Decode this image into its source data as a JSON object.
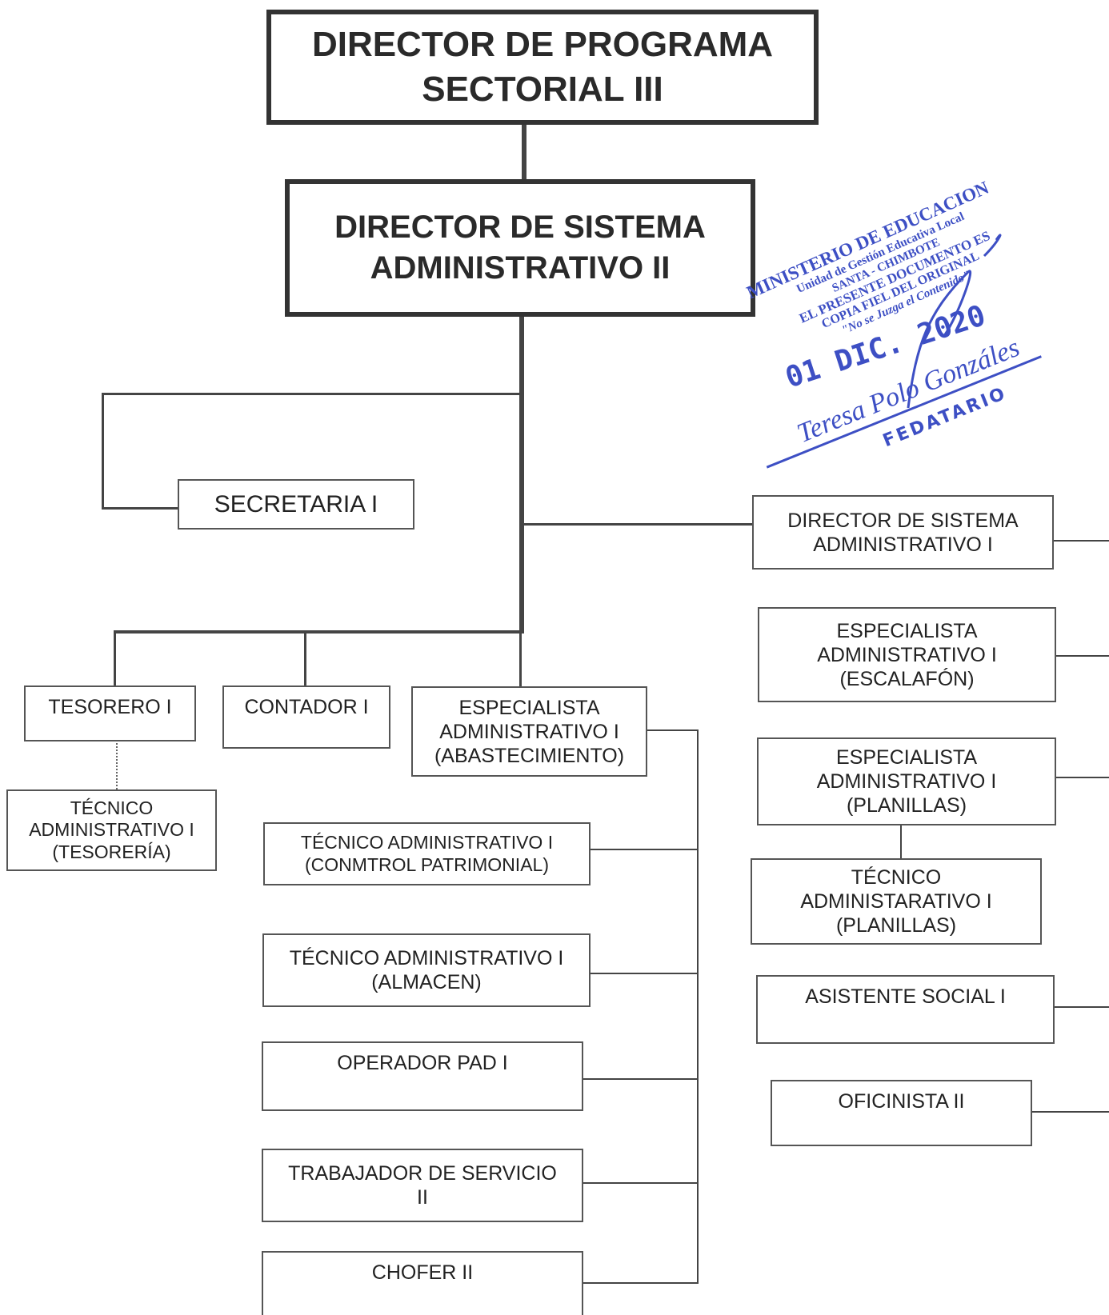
{
  "nodes": {
    "director_programa": "DIRECTOR DE PROGRAMA\nSECTORIAL III",
    "director_sistema_ii": "DIRECTOR DE SISTEMA\nADMINISTRATIVO II",
    "secretaria": "SECRETARIA I",
    "director_sistema_i": "DIRECTOR DE SISTEMA\nADMINISTRATIVO I",
    "especialista_escalafon": "ESPECIALISTA\nADMINISTRATIVO I\n(ESCALAFÓN)",
    "tesorero": "TESORERO I",
    "contador": "CONTADOR I",
    "especialista_abastecimiento": "ESPECIALISTA\nADMINISTRATIVO I\n(ABASTECIMIENTO)",
    "especialista_planillas": "ESPECIALISTA\nADMINISTRATIVO I\n(PLANILLAS)",
    "tecnico_tesoreria": "TÉCNICO\nADMINISTRATIVO I\n(TESORERÍA)",
    "tecnico_control_patrimonial": "TÉCNICO ADMINISTRATIVO I\n(CONMTROL PATRIMONIAL)",
    "tecnico_planillas": "TÉCNICO\nADMINISTARATIVO I\n(PLANILLAS)",
    "tecnico_almacen": "TÉCNICO ADMINISTRATIVO I\n(ALMACEN)",
    "asistente_social": "ASISTENTE SOCIAL I",
    "operador_pad": "OPERADOR PAD I",
    "oficinista": "OFICINISTA II",
    "trabajador_servicio": "TRABAJADOR DE SERVICIO\nII",
    "chofer": "CHOFER II"
  },
  "stamp": {
    "line1": "MINISTERIO DE EDUCACION",
    "line2": "Unidad de Gestión Educativa Local",
    "line3": "SANTA - CHIMBOTE",
    "line4": "EL PRESENTE DOCUMENTO ES",
    "line5": "COPIA FIEL DEL ORIGINAL",
    "line6": "\"No se Juzga el Contenido\"",
    "date": "01 DIC. 2020",
    "signature": "Teresa Polo Gonzáles",
    "role": "FEDATARIO",
    "color": "#3d4fc4"
  }
}
